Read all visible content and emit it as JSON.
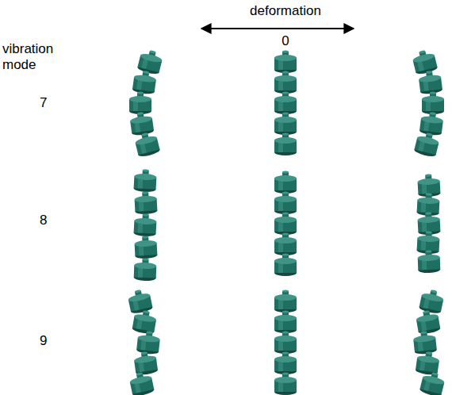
{
  "diagram": {
    "labels": [
      "deformation",
      "0",
      "vibration mode",
      "7",
      "8",
      "9"
    ]
  }
}
